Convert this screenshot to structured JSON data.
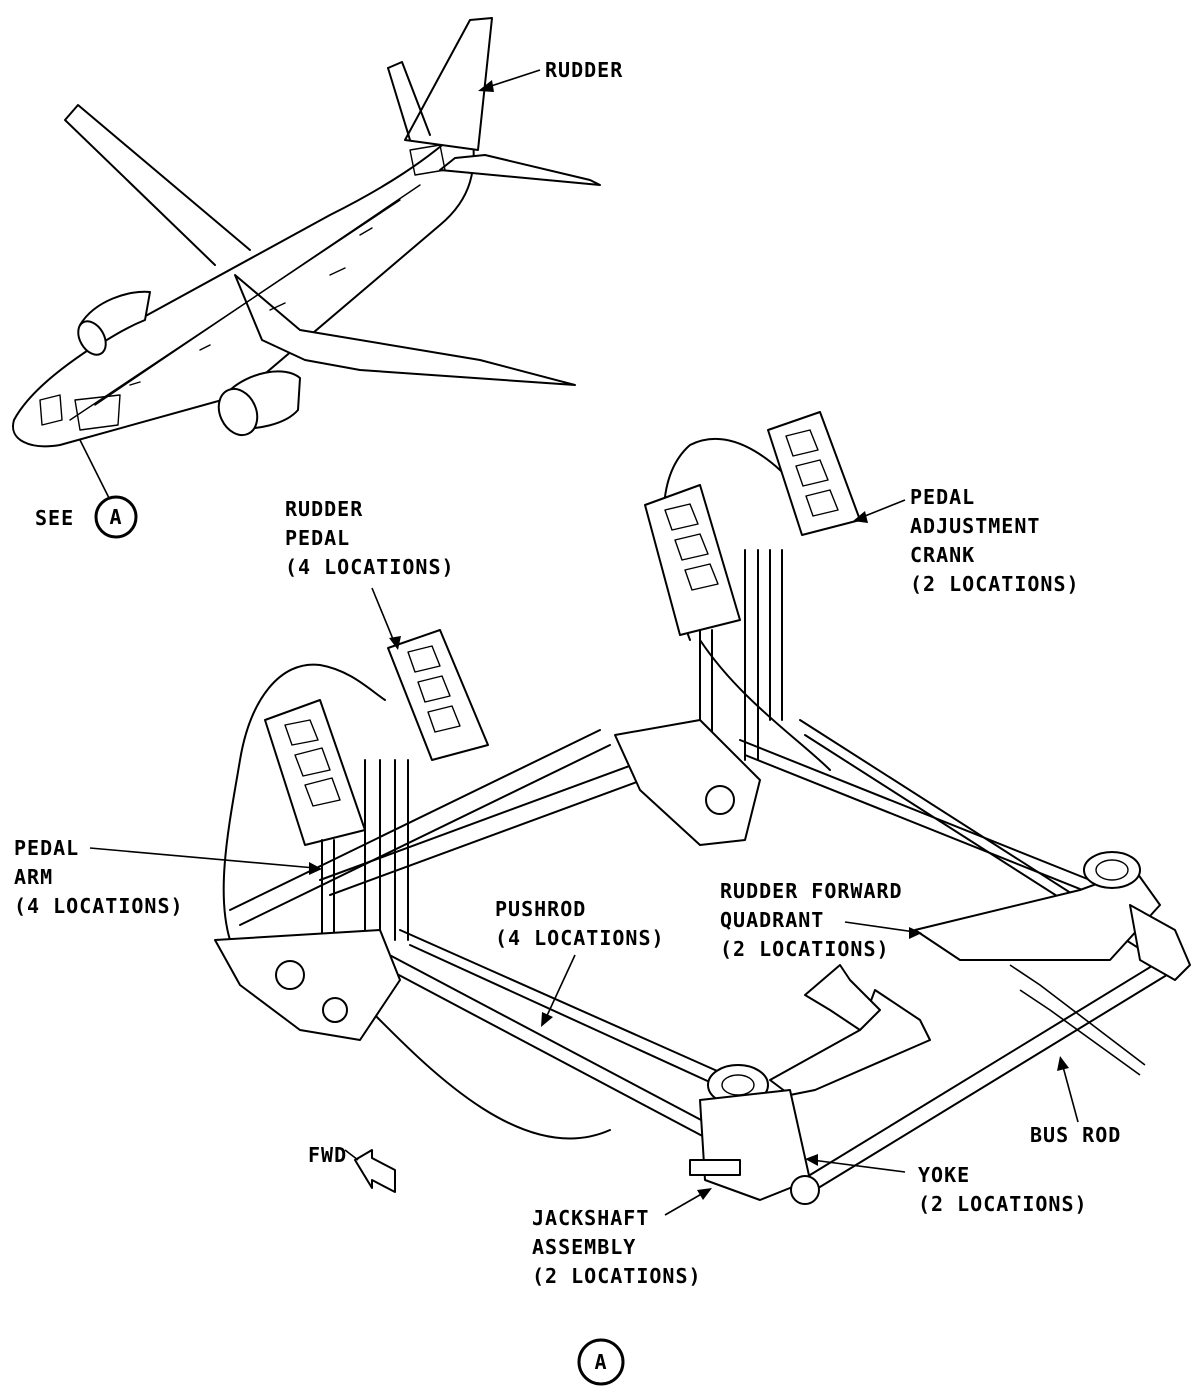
{
  "callouts": {
    "rudder": "RUDDER",
    "see": "SEE",
    "see_ref": "A",
    "rudder_pedal": [
      "RUDDER",
      "PEDAL",
      "(4 LOCATIONS)"
    ],
    "pedal_adjustment_crank": [
      "PEDAL",
      "ADJUSTMENT",
      "CRANK",
      "(2 LOCATIONS)"
    ],
    "pedal_arm": [
      "PEDAL",
      "ARM",
      "(4 LOCATIONS)"
    ],
    "pushrod": [
      "PUSHROD",
      "(4 LOCATIONS)"
    ],
    "rudder_forward_quadrant": [
      "RUDDER FORWARD",
      "QUADRANT",
      "(2 LOCATIONS)"
    ],
    "bus_rod": "BUS ROD",
    "fwd": "FWD",
    "yoke": [
      "YOKE",
      "(2 LOCATIONS)"
    ],
    "jackshaft_assembly": [
      "JACKSHAFT",
      "ASSEMBLY",
      "(2 LOCATIONS)"
    ],
    "view_label": "A"
  }
}
